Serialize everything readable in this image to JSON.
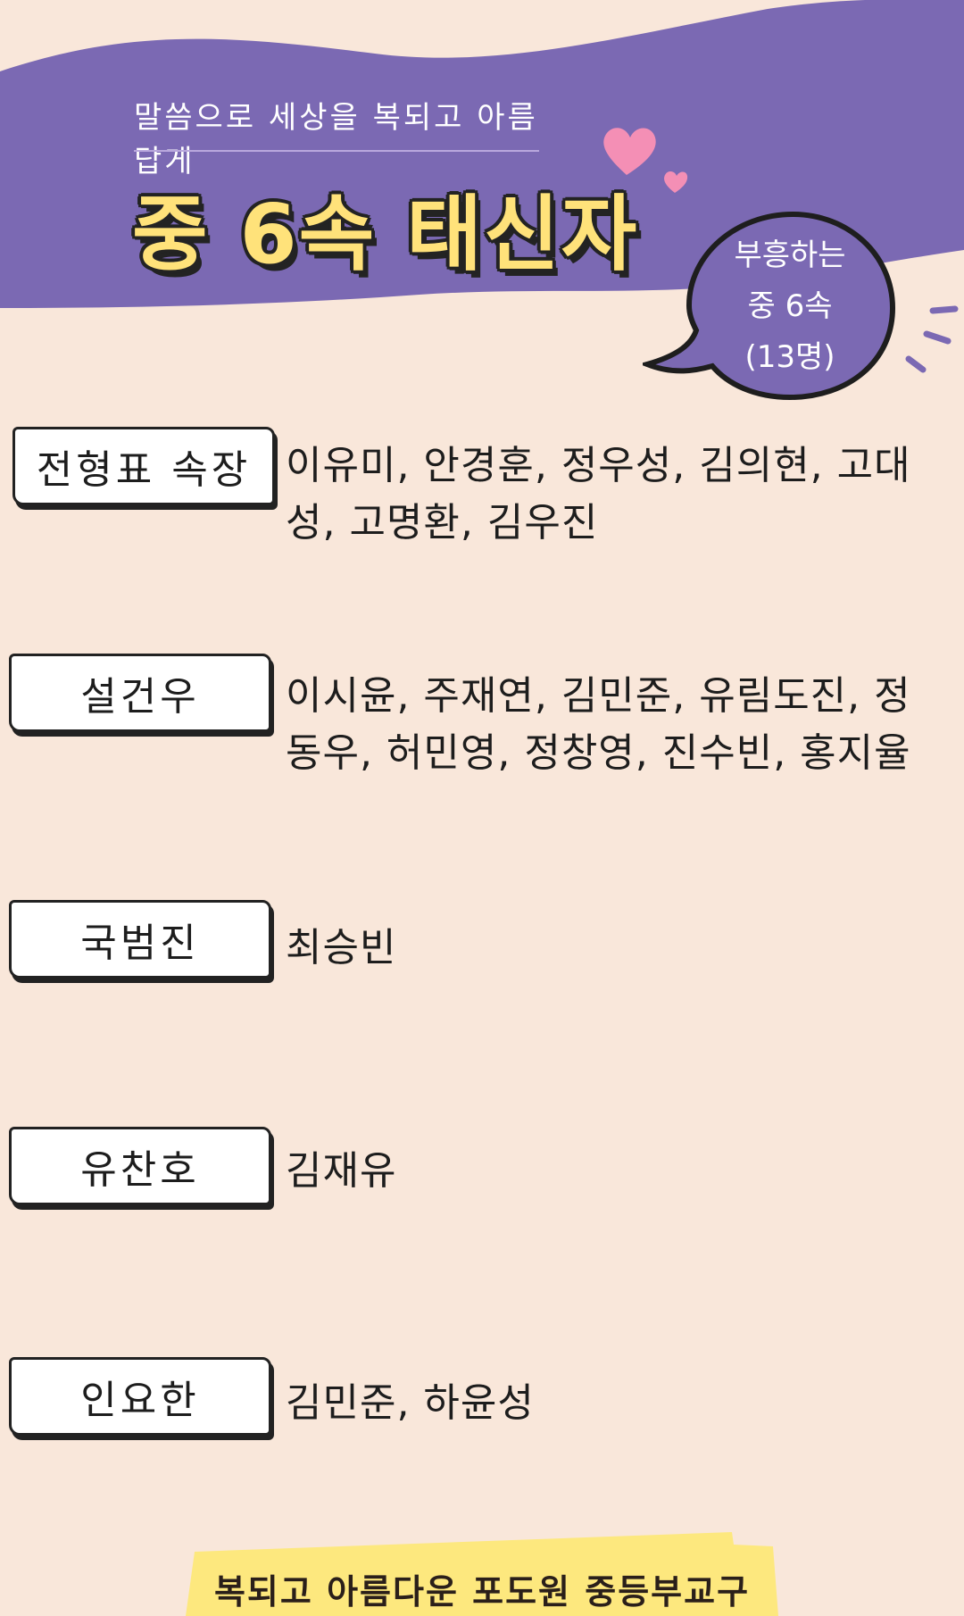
{
  "header": {
    "subtitle": "말씀으로 세상을 복되고 아름답게",
    "title": "중 6속 태신자"
  },
  "bubble": {
    "line1": "부흥하는",
    "line2": "중 6속",
    "line3": "(13명)"
  },
  "groups": [
    {
      "leader": "전형표 속장",
      "members": "이유미, 안경훈, 정우성, 김의현, 고대성, 고명환, 김우진"
    },
    {
      "leader": "설건우",
      "members": "이시윤, 주재연, 김민준, 유림도진, 정동우, 허민영, 정창영, 진수빈, 홍지율"
    },
    {
      "leader": "국범진",
      "members": "최승빈"
    },
    {
      "leader": "유찬호",
      "members": "김재유"
    },
    {
      "leader": "인요한",
      "members": "김민준, 하윤성"
    }
  ],
  "footer": {
    "text": "복되고 아름다운 포도원 중등부교구"
  },
  "colors": {
    "background": "#f9e7da",
    "purple": "#7b69b3",
    "title_yellow": "#ffe27a",
    "heart_pink": "#f48fb5",
    "footer_yellow": "#fde87e"
  },
  "icons": [
    "heart-icon",
    "speech-bubble-icon",
    "sparkle-lines-icon"
  ]
}
